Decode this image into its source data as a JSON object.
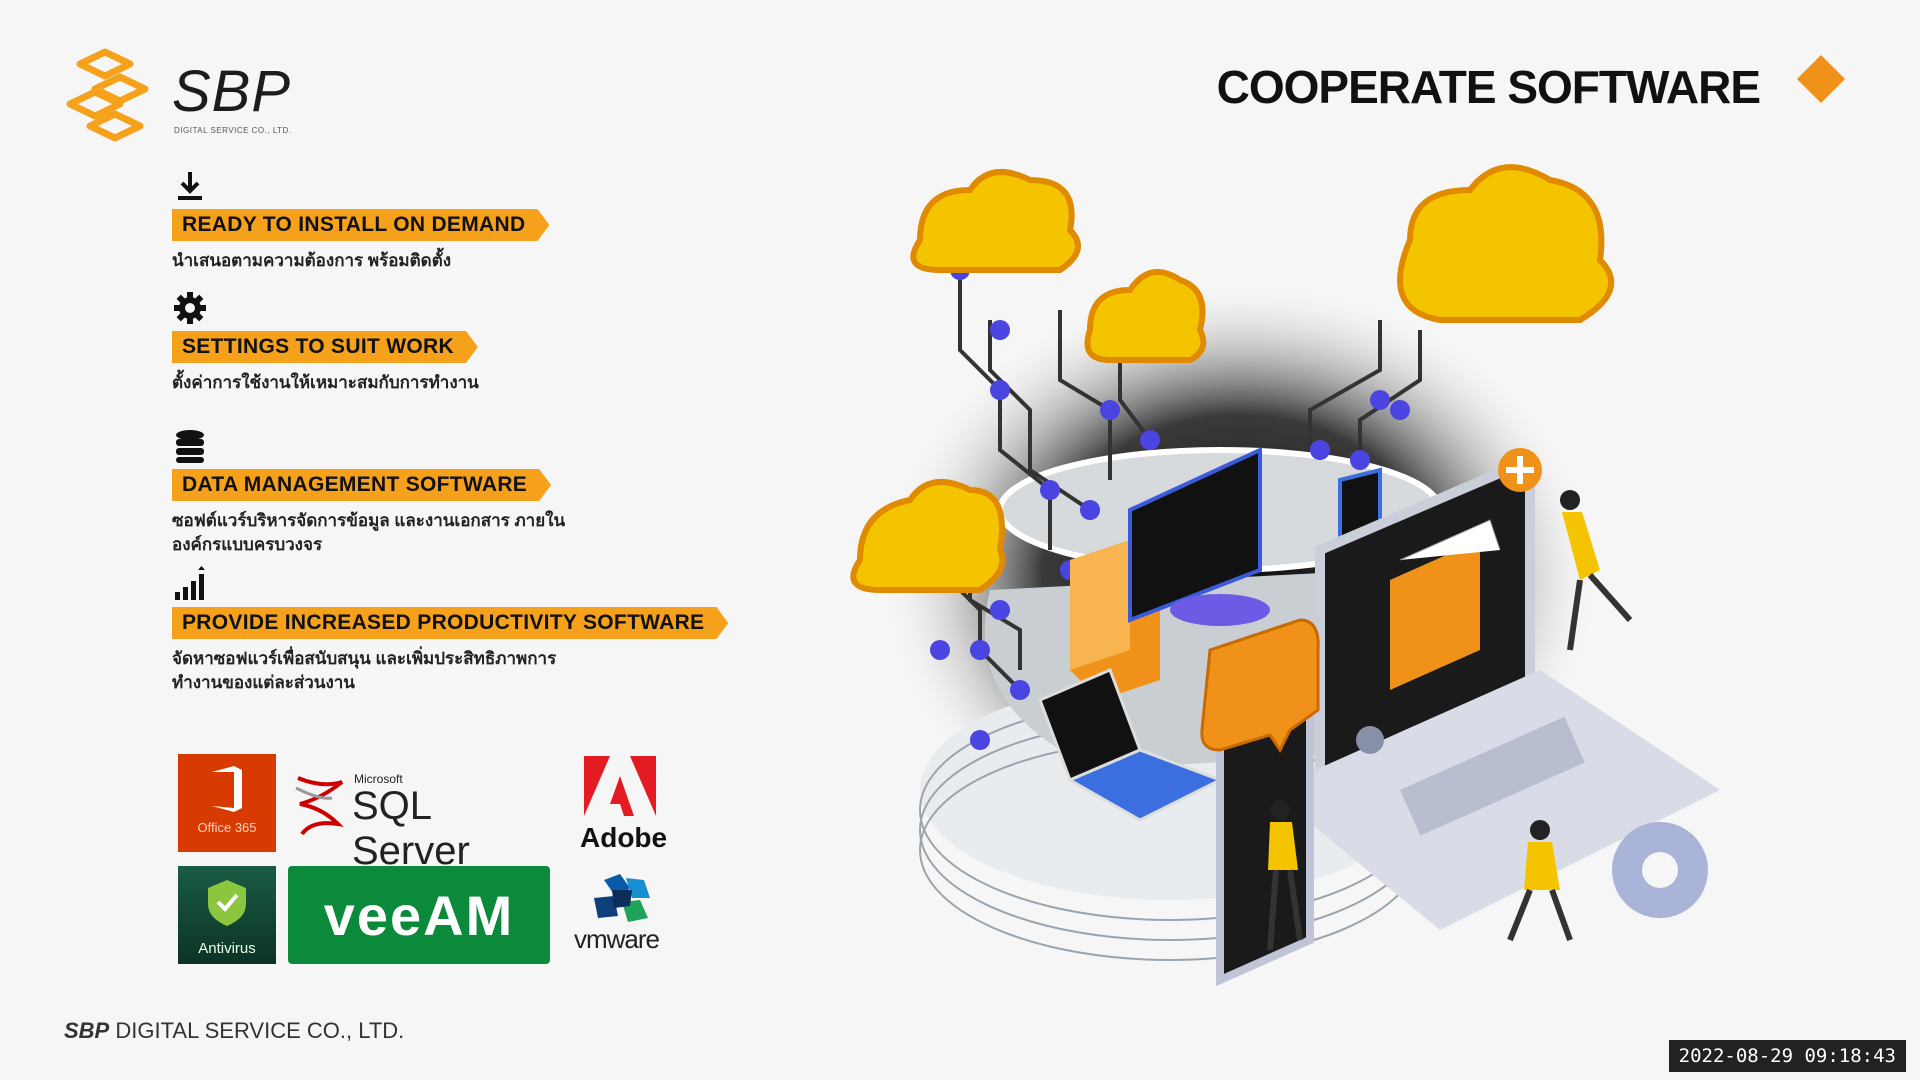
{
  "header": {
    "logo_name": "SBP",
    "logo_sub": "DIGITAL SERVICE CO., LTD.",
    "title": "COOPERATE SOFTWARE"
  },
  "features": [
    {
      "icon": "download-icon",
      "label": "READY TO INSTALL ON DEMAND",
      "desc": "นำเสนอตามความต้องการ พร้อมติดตั้ง"
    },
    {
      "icon": "gear-icon",
      "label": "SETTINGS TO SUIT WORK",
      "desc": "ตั้งค่าการใช้งานให้เหมาะสมกับการทำงาน"
    },
    {
      "icon": "database-icon",
      "label": "DATA MANAGEMENT SOFTWARE",
      "desc_line1": "ซอฟต์แวร์บริหารจัดการข้อมูล และงานเอกสาร ภายใน",
      "desc_line2": "องค์กรแบบครบวงจร"
    },
    {
      "icon": "growth-chart-icon",
      "label": "PROVIDE INCREASED PRODUCTIVITY SOFTWARE",
      "desc_line1": "จัดหาซอฟแวร์เพื่อสนับสนุน และเพิ่มประสิทธิภาพการ",
      "desc_line2": "ทำงานของแต่ละส่วนงาน"
    }
  ],
  "brands": {
    "office": "Office 365",
    "sql_small": "Microsoft",
    "sql": "SQL Server",
    "adobe": "Adobe",
    "antivirus": "Antivirus",
    "veeam": "veeAM",
    "vmware": "vmware"
  },
  "footer": {
    "company_bold": "SBP",
    "company_rest": " DIGITAL SERVICE CO., LTD."
  },
  "timestamp": "2022-08-29 09:18:43",
  "colors": {
    "accent": "#f6a11c",
    "diamond": "#f0921a",
    "veeam_green": "#0a8a3a",
    "office_red": "#d83b01"
  }
}
